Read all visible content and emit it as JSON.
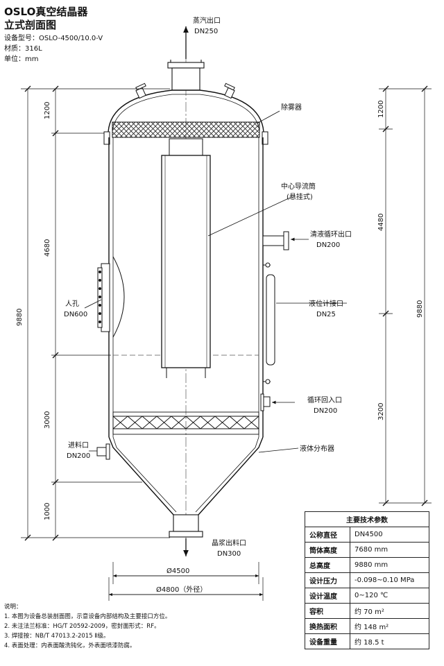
{
  "header": {
    "title": "OSLO真空结晶器",
    "subtitle": "立式剖面图",
    "model": "设备型号：OSLO-4500/10.0-V",
    "material": "材质：316L",
    "unit": "单位：mm"
  },
  "labels": {
    "vapor_outlet": "蒸汽出口",
    "vapor_outlet_dn": "DN250",
    "demister": "除雾器",
    "center_tube": "中心导流筒",
    "center_tube_note": "(悬挂式)",
    "liquor_outlet": "清液循环出口",
    "liquor_outlet_dn": "DN200",
    "manhole": "人孔",
    "manhole_dn": "DN600",
    "level_gauge": "液位计接口",
    "level_gauge_dn": "DN25",
    "return_inlet": "循环回入口",
    "return_inlet_dn": "DN200",
    "feed_inlet": "进料口",
    "feed_inlet_dn": "DN200",
    "distributor": "液体分布器",
    "slurry_outlet": "晶浆出料口",
    "slurry_outlet_dn": "DN300"
  },
  "dimensions": {
    "left": [
      "1200",
      "4680",
      "3000",
      "1000"
    ],
    "left_total": "9880",
    "right": [
      "1200",
      "4480",
      "3200"
    ],
    "right_total": "9880",
    "inner_diameter": "Ø4500",
    "outer_diameter": "Ø4800（外径）"
  },
  "notes": {
    "title": "说明：",
    "items": [
      "1.  本图为设备总装剖面图，示意设备内部结构及主要接口方位。",
      "2.  未注法兰标准：HG/T 20592-2009，密封面形式：RF。",
      "3.  焊接按：NB/T 47013.2-2015 Ⅱ级。",
      "4.  表面处理：内表面酸洗钝化，外表面喷漆防腐。"
    ]
  },
  "spec_table": {
    "title": "主要技术参数",
    "rows": [
      {
        "key": "公称直径",
        "value": "DN4500"
      },
      {
        "key": "筒体高度",
        "value": "7680 mm"
      },
      {
        "key": "总高度",
        "value": "9880 mm"
      },
      {
        "key": "设计压力",
        "value": "-0.098~0.10 MPa"
      },
      {
        "key": "设计温度",
        "value": "0~120 ℃"
      },
      {
        "key": "容积",
        "value": "约 70 m²"
      },
      {
        "key": "换热面积",
        "value": "约 148 m²"
      },
      {
        "key": "设备重量",
        "value": "约 18.5 t"
      }
    ]
  }
}
